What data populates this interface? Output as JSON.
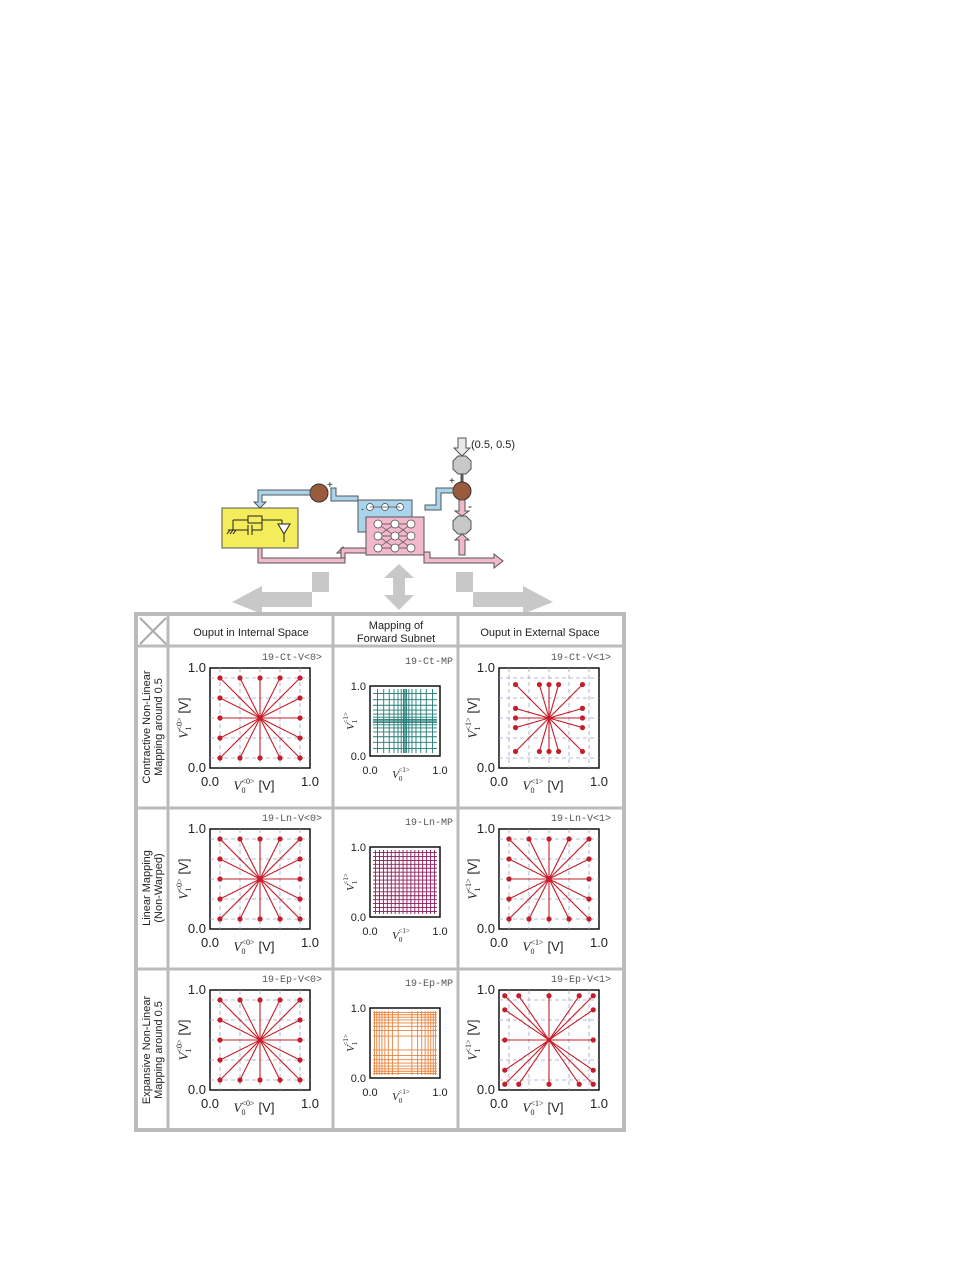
{
  "circuit": {
    "input_label": "(0.5, 0.5)",
    "plus_left": "+",
    "minus_left": "-",
    "plus_right": "+",
    "minus_right": "-"
  },
  "table": {
    "headers": {
      "col1": "Ouput in Internal Space",
      "col2_line1": "Mapping of",
      "col2_line2": "Forward Subnet",
      "col3": "Ouput in External Space"
    },
    "rows": [
      {
        "label_line1": "Contractive Non-Linear",
        "label_line2": "Mapping around 0.5",
        "mode": "ct",
        "tag_internal": "19-Ct-V<0>",
        "tag_map": "19-Ct-MP",
        "tag_external": "19-Ct-V<1>",
        "map_color": "#1f7a75"
      },
      {
        "label_line1": "Linear Mapping",
        "label_line2": "(Non-Warped)",
        "mode": "ln",
        "tag_internal": "19-Ln-V<0>",
        "tag_map": "19-Ln-MP",
        "tag_external": "19-Ln-V<1>",
        "map_color": "#8e1a5e"
      },
      {
        "label_line1": "Expansive Non-Linear",
        "label_line2": "Mapping around 0.5",
        "mode": "ep",
        "tag_internal": "19-Ep-V<0>",
        "tag_map": "19-Ep-MP",
        "tag_external": "19-Ep-V<1>",
        "map_color": "#e8823a"
      }
    ]
  },
  "axes": {
    "tick_lo": "0.0",
    "tick_hi": "1.0",
    "unit": "[V]",
    "var": "V",
    "sub_x": "0",
    "sub_y": "1",
    "sup_internal": "<0>",
    "sup_external": "<1>",
    "range": [
      0,
      1
    ]
  },
  "colors": {
    "trajectory": "#c41e2a",
    "circuit_blue": "#a8d4ec",
    "circuit_pink": "#f2b8cc",
    "circuit_yellow": "#f5ec5c",
    "node_brown": "#9a5a3c",
    "table_border": "#bbbbbb"
  }
}
